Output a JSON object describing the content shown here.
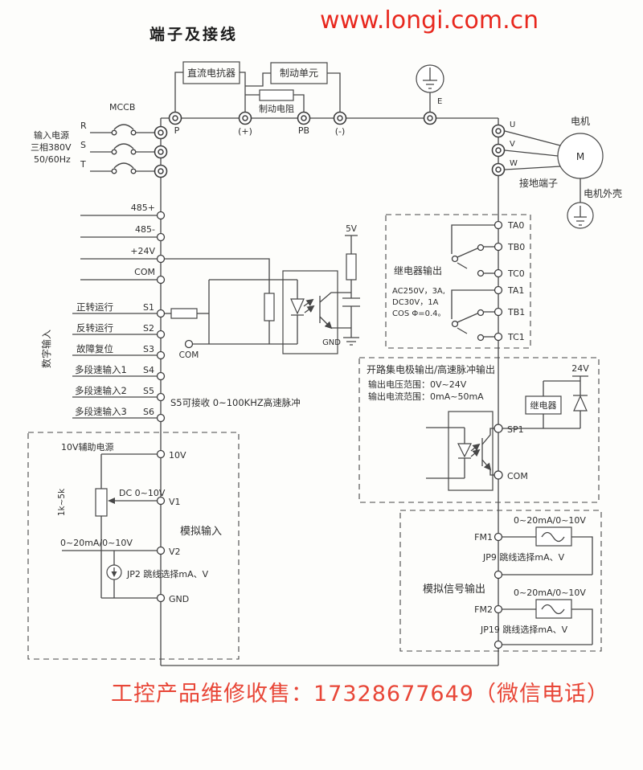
{
  "header": {
    "title": "端子及接线",
    "website": "www.longi.com.cn"
  },
  "footer": {
    "contact": "工控产品维修收售：17328677649（微信电话）"
  },
  "colors": {
    "accent_red": "#e8281e",
    "footer_red": "#e84637",
    "line": "#474747"
  },
  "power_input": {
    "line1": "输入电源",
    "line2": "三相380V",
    "line3": "50/60Hz",
    "breaker": "MCCB",
    "r": "R",
    "s": "S",
    "t": "T"
  },
  "dc_bus": {
    "dc_reactor": "直流电抗器",
    "brake_unit": "制动单元",
    "brake_resistor": "制动电阻",
    "p": "P",
    "plus": "(+)",
    "pb": "PB",
    "minus": "(-)",
    "e": "E"
  },
  "motor": {
    "u": "U",
    "v": "V",
    "w": "W",
    "m": "M",
    "label": "电机",
    "ground_terminal": "接地端子",
    "case": "电机外壳"
  },
  "comm": {
    "t485p": "485+",
    "t485n": "485-",
    "p24": "+24V",
    "com": "COM"
  },
  "digital": {
    "group": "数字输入",
    "items": [
      {
        "label": "正转运行",
        "code": "S1"
      },
      {
        "label": "反转运行",
        "code": "S2"
      },
      {
        "label": "故障复位",
        "code": "S3"
      },
      {
        "label": "多段速输入1",
        "code": "S4"
      },
      {
        "label": "多段速输入2",
        "code": "S5"
      },
      {
        "label": "多段速输入3",
        "code": "S6"
      }
    ],
    "com": "COM",
    "v5": "5V",
    "gnd": "GND",
    "note": "S5可接收 0~100KHZ高速脉冲"
  },
  "relay": {
    "group": "继电器输出",
    "spec1": "AC250V，3A,",
    "spec2": "DC30V，1A",
    "spec3": "COS Φ=0.4。",
    "ta0": "TA0",
    "tb0": "TB0",
    "tc0": "TC0",
    "ta1": "TA1",
    "tb1": "TB1",
    "tc1": "TC1"
  },
  "open_collector": {
    "title": "开路集电极输出/高速脉冲输出",
    "voltage_range": "输出电压范围：0V~24V",
    "current_range": "输出电流范围：0mA~50mA",
    "sp1": "SP1",
    "com": "COM",
    "v24": "24V",
    "relay_box": "继电器"
  },
  "analog_in": {
    "group": "模拟输入",
    "aux": "10V辅助电源",
    "pot": "1k~5k",
    "v1_range": "DC 0~10V",
    "v2_range": "0~20mA/0~10V",
    "jumper": "JP2 跳线选择mA、V",
    "t10v": "10V",
    "v1": "V1",
    "v2": "V2",
    "gnd": "GND"
  },
  "analog_out": {
    "group": "模拟信号输出",
    "fm1": {
      "code": "FM1",
      "range": "0~20mA/0~10V",
      "jumper": "JP9 跳线选择mA、V"
    },
    "fm2": {
      "code": "FM2",
      "range": "0~20mA/0~10V",
      "jumper": "JP19 跳线选择mA、V"
    }
  }
}
